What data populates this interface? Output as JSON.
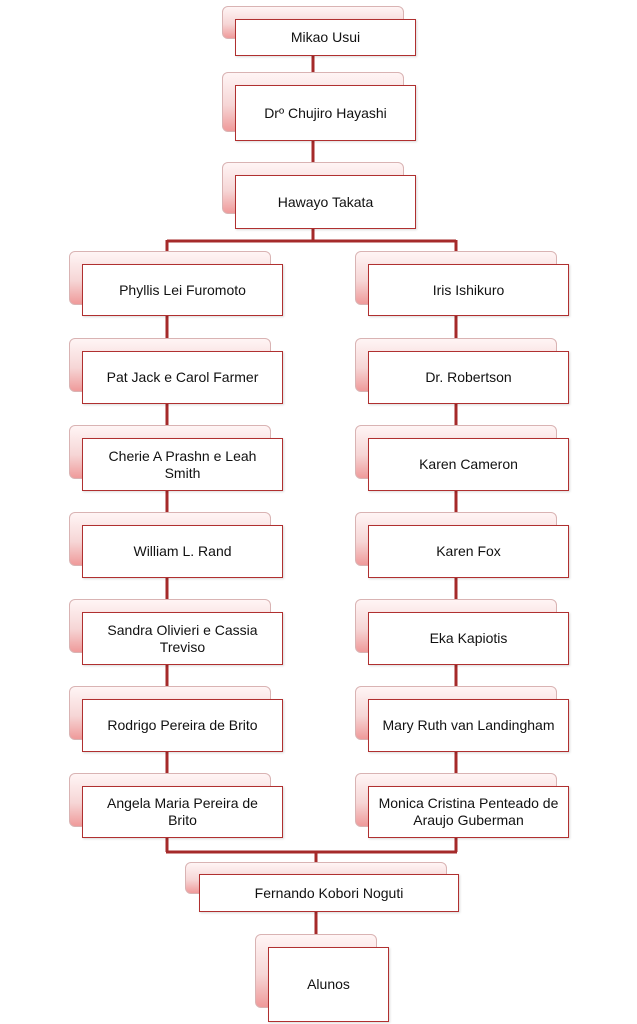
{
  "diagram": {
    "top_chain": [
      "Mikao Usui",
      "Drº Chujiro Hayashi",
      "Hawayo Takata"
    ],
    "left_branch": [
      "Phyllis Lei Furomoto",
      "Pat Jack e Carol Farmer",
      "Cherie A Prashn e Leah Smith",
      "William L. Rand",
      "Sandra Olivieri e Cassia Treviso",
      "Rodrigo Pereira de Brito",
      "Angela Maria Pereira de Brito"
    ],
    "right_branch": [
      "Iris Ishikuro",
      "Dr. Robertson",
      "Karen Cameron",
      "Karen Fox",
      "Eka Kapiotis",
      "Mary Ruth van Landingham",
      "Monica Cristina Penteado de Araujo Guberman"
    ],
    "merge": "Fernando Kobori Noguti",
    "final": "Alunos"
  }
}
